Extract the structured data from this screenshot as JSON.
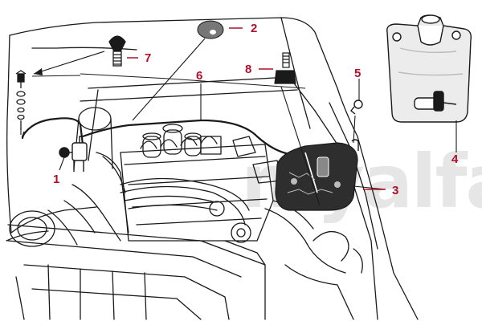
{
  "colors": {
    "callout": "#b0102a",
    "line": "#1a1a1a",
    "watermark": "#c9c9c9",
    "tank_fill": "#3a3a3a",
    "background": "#ffffff"
  },
  "watermark": {
    "text": "myalfa"
  },
  "callouts": [
    {
      "num": "1",
      "part": "washer pump"
    },
    {
      "num": "2",
      "part": "rubber grommet"
    },
    {
      "num": "3",
      "part": "washer reservoir (installed)"
    },
    {
      "num": "4",
      "part": "washer reservoir"
    },
    {
      "num": "5",
      "part": "bracket"
    },
    {
      "num": "6",
      "part": "washer hose"
    },
    {
      "num": "7",
      "part": "washer jet nozzle"
    },
    {
      "num": "8",
      "part": "hose connector"
    }
  ]
}
